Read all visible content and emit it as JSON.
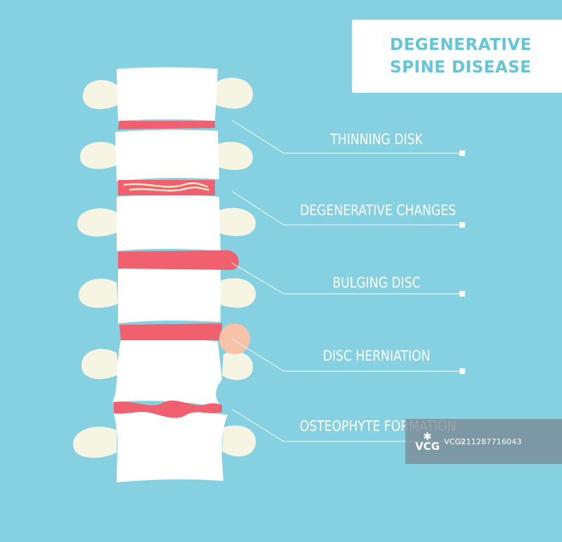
{
  "title": {
    "line1": "DEGENERATIVE",
    "line2": "SPINE DISEASE"
  },
  "labels": [
    "THINNING DISK",
    "DEGENERATIVE CHANGES",
    "BULGING DISC",
    "DISC HERNIATION",
    "OSTEOPHYTE FORMATION"
  ],
  "watermark": {
    "logo": "VCG",
    "id": "VCG211287716043"
  },
  "colors": {
    "background": "#85d0e1",
    "bone": "#ffffff",
    "process": "#f6f4e2",
    "disc": "#f0606e",
    "herniation": "#f8c2a8",
    "line": "#ffffff",
    "title": "#63c5d7"
  }
}
